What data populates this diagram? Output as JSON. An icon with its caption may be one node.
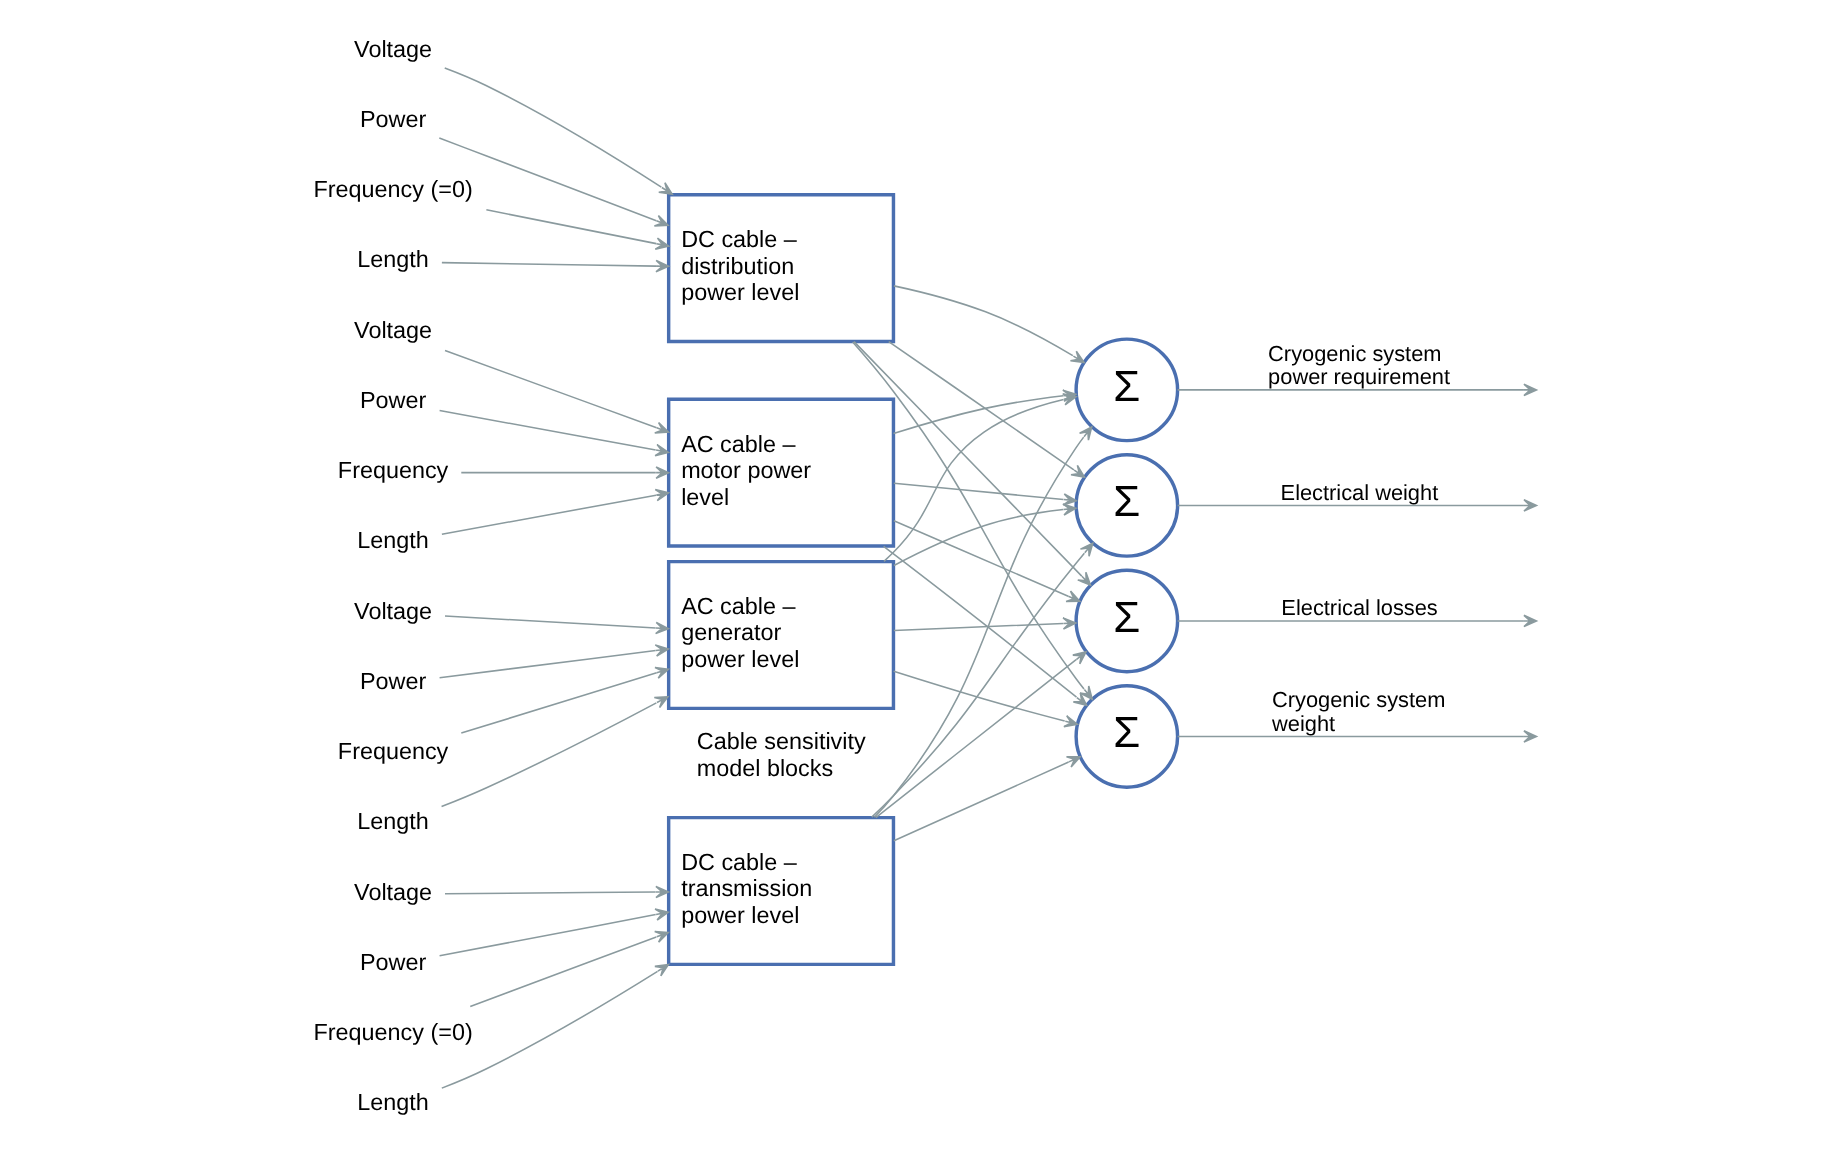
{
  "diagram": {
    "nodes": [
      {
        "text": [
          "Voltage"
        ]
      },
      {
        "text": [
          "Power"
        ]
      },
      {
        "text": [
          "Frequency (=0)"
        ]
      },
      {
        "text": [
          "Length"
        ]
      },
      {
        "text": [
          "Voltage"
        ]
      },
      {
        "text": [
          "Power"
        ]
      },
      {
        "text": [
          "Frequency (=0)"
        ]
      },
      {
        "text": [
          "Length"
        ]
      },
      {
        "text": [
          "Voltage"
        ]
      },
      {
        "text": [
          "Power"
        ]
      },
      {
        "text": [
          "Frequency"
        ]
      },
      {
        "text": [
          "Length"
        ]
      },
      {
        "text": [
          "Voltage"
        ]
      },
      {
        "text": [
          "Power"
        ]
      },
      {
        "text": [
          "Frequency"
        ]
      },
      {
        "text": [
          "Length"
        ]
      },
      {
        "text": [
          "DC cable – transmission power level"
        ]
      },
      {
        "text": [
          "DC cable – distribution power level"
        ]
      },
      {
        "text": [
          "AC cable – motor power level"
        ]
      },
      {
        "text": [
          "AC cable – generator power level"
        ]
      },
      {
        "text": [
          "Σ"
        ]
      },
      {
        "text": [
          "Σ"
        ]
      },
      {
        "text": [
          "Σ"
        ]
      },
      {
        "text": [
          "Σ"
        ]
      }
    ],
    "edges": [
      {
        "from": 0,
        "to": 16,
        "arrow": "to"
      },
      {
        "from": 1,
        "to": 16,
        "arrow": "to"
      },
      {
        "from": 2,
        "to": 16,
        "arrow": "to"
      },
      {
        "from": 3,
        "to": 16,
        "arrow": "to"
      },
      {
        "from": 4,
        "to": 17,
        "arrow": "to"
      },
      {
        "from": 5,
        "to": 17,
        "arrow": "to"
      },
      {
        "from": 6,
        "to": 17,
        "arrow": "to"
      },
      {
        "from": 7,
        "to": 17,
        "arrow": "to"
      },
      {
        "from": 8,
        "to": 18,
        "arrow": "to"
      },
      {
        "from": 9,
        "to": 18,
        "arrow": "to"
      },
      {
        "from": 10,
        "to": 18,
        "arrow": "to"
      },
      {
        "from": 11,
        "to": 18,
        "arrow": "to"
      },
      {
        "from": 12,
        "to": 19,
        "arrow": "to"
      },
      {
        "from": 13,
        "to": 19,
        "arrow": "to"
      },
      {
        "from": 14,
        "to": 19,
        "arrow": "to"
      },
      {
        "from": 15,
        "to": 19,
        "arrow": "to"
      },
      {
        "from": 16,
        "to": 20,
        "arrow": "to"
      },
      {
        "from": 16,
        "to": 21,
        "arrow": "to"
      },
      {
        "from": 16,
        "to": 22,
        "arrow": "to"
      },
      {
        "from": 16,
        "to": 23,
        "arrow": "to"
      },
      {
        "from": 17,
        "to": 20,
        "arrow": "to"
      },
      {
        "from": 17,
        "to": 21,
        "arrow": "to"
      },
      {
        "from": 17,
        "to": 22,
        "arrow": "to"
      },
      {
        "from": 17,
        "to": 23,
        "arrow": "to"
      },
      {
        "from": 18,
        "to": 20,
        "arrow": "to"
      },
      {
        "from": 18,
        "to": 21,
        "arrow": "to"
      },
      {
        "from": 18,
        "to": 22,
        "arrow": "to"
      },
      {
        "from": 18,
        "to": 23,
        "arrow": "to"
      },
      {
        "from": 19,
        "to": 20,
        "arrow": "to"
      },
      {
        "from": 19,
        "to": 21,
        "arrow": "to"
      },
      {
        "from": 19,
        "to": 22,
        "arrow": "to"
      },
      {
        "from": 19,
        "to": 23,
        "arrow": "to"
      },
      {
        "from": 20,
        "to": null,
        "arrow": "to",
        "label": "Electrical weight"
      },
      {
        "from": 21,
        "to": null,
        "arrow": "to",
        "label": "Electrical losses"
      },
      {
        "from": 22,
        "to": null,
        "arrow": "to",
        "label": "Cryogenic system weight"
      },
      {
        "from": 23,
        "to": null,
        "arrow": "to",
        "label": "Cryogenic system power requirement"
      }
    ],
    "labels": [
      "Cable sensitivity model blocks"
    ]
  }
}
